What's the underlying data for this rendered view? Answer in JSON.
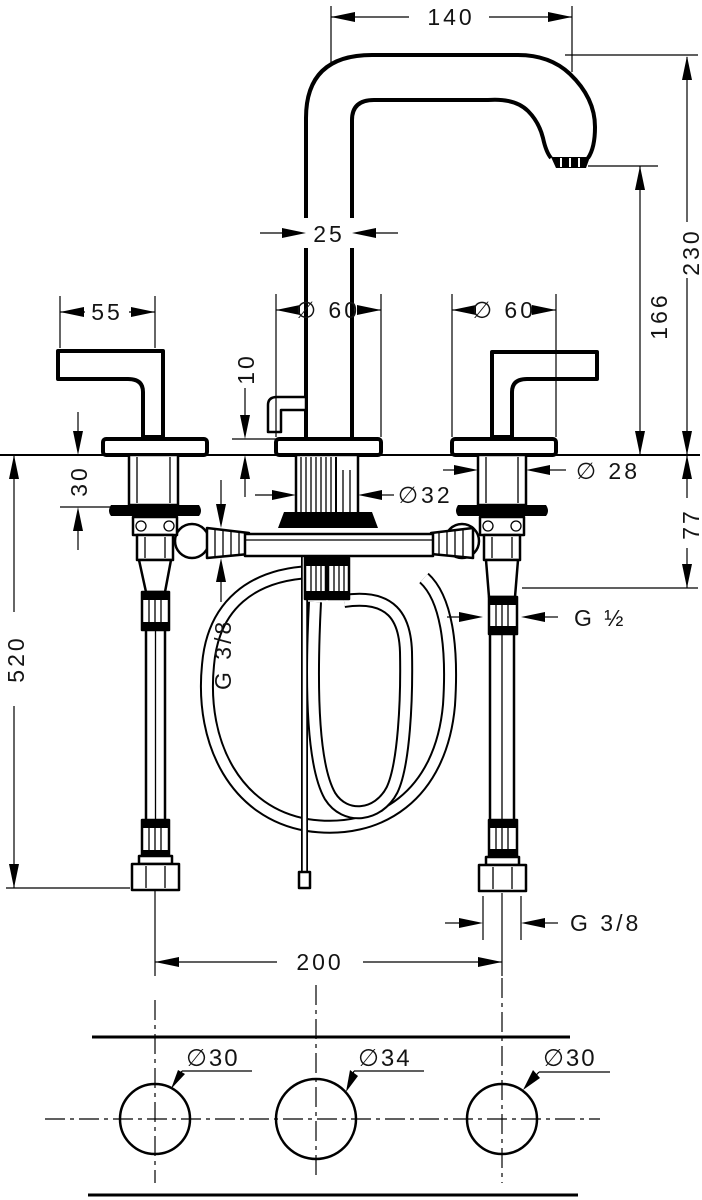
{
  "drawing": {
    "type": "faucet installation dimension drawing",
    "views": [
      "front elevation with supply hoses",
      "countertop hole plan"
    ],
    "dims": {
      "spout_reach": "140",
      "spout_pipe_width": "25",
      "height_to_spout_top": "230",
      "height_to_outlet": "166",
      "handle_length": "55",
      "escutcheon_center": "∅ 60",
      "escutcheon_right": "∅ 60",
      "escutcheon_height": "10",
      "deck_thickness": "30",
      "shank_center_dia": "∅32",
      "shank_side_dia": "∅ 28",
      "below_deck_height": "77",
      "hose_length": "520",
      "thread_center": "G 3/8",
      "thread_side": "G ½",
      "thread_bottom": "G 3/8",
      "hole_spacing": "200",
      "hole_left_dia": "∅30",
      "hole_middle_dia": "∅34",
      "hole_right_dia": "∅30"
    },
    "colors": {
      "line": "#000000",
      "background": "#ffffff"
    }
  }
}
